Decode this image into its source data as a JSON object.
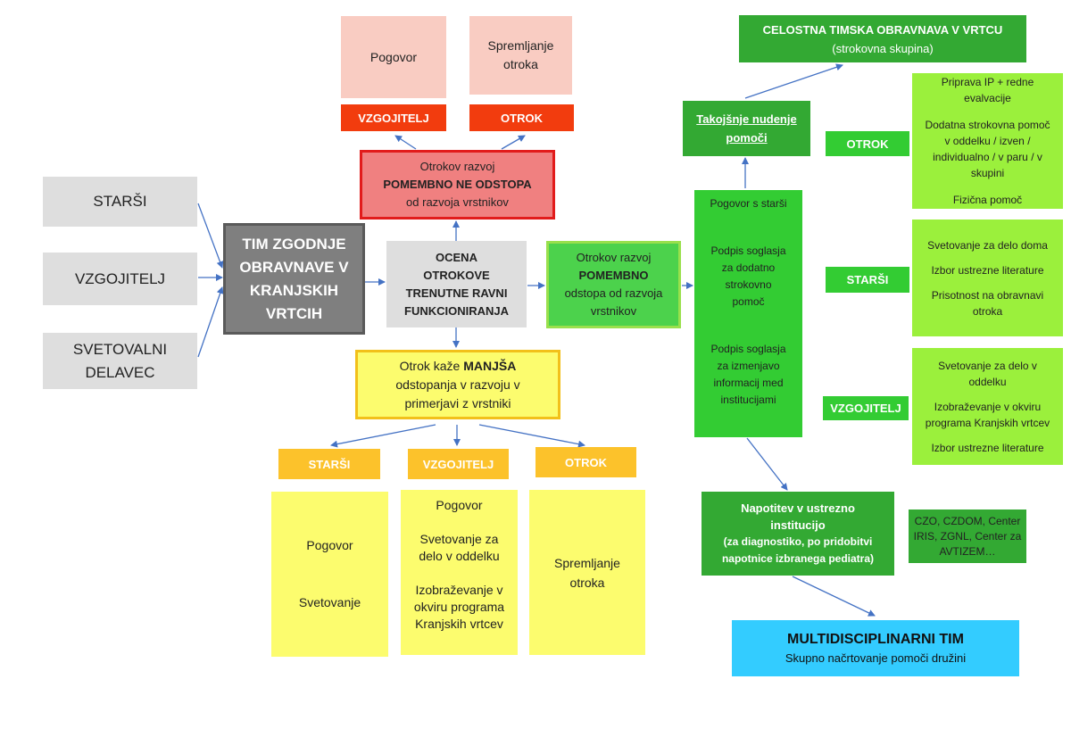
{
  "sources": {
    "parents": "STARŠI",
    "teacher": "VZGOJITELJ",
    "counselor": [
      "SVETOVALNI",
      "DELAVEC"
    ]
  },
  "team": [
    "TIM ZGODNJE",
    "OBRAVNAVE V",
    "KRANJSKIH",
    "VRTCIH"
  ],
  "assessment": [
    "OCENA",
    "OTROKOVE",
    "TRENUTNE RAVNI",
    "FUNKCIONIRANJA"
  ],
  "not_differ": {
    "line1": "Otrokov razvoj",
    "line2": "POMEMBNO NE ODSTOPA",
    "line3": "od razvoja vrstnikov",
    "label_teacher": "VZGOJITELJ",
    "label_child": "OTROK",
    "teacher_action": "Pogovor",
    "child_action": [
      "Spremljanje",
      "otroka"
    ]
  },
  "minor": {
    "pre": "Otrok kaže ",
    "bold": "MANJŠA",
    "line2": "odstopanja v razvoju v",
    "line3": "primerjavi z vrstniki",
    "label_parents": "STARŠI",
    "label_teacher": "VZGOJITELJ",
    "label_child": "OTROK",
    "parents_actions": [
      "Pogovor",
      "Svetovanje"
    ],
    "teacher_actions": [
      "Pogovor",
      "Svetovanje za",
      "delo v oddelku",
      "Izobraževanje v",
      "okviru programa",
      "Kranjskih vrtcev"
    ],
    "child_actions": [
      "Spremljanje",
      "otroka"
    ]
  },
  "significant": {
    "line1": "Otrokov razvoj",
    "line2": "POMEMBNO",
    "line3": "odstopa od razvoja",
    "line4": "vrstnikov"
  },
  "steps": {
    "talk": "Pogovor s starši",
    "consent1": [
      "Podpis soglasja",
      "za dodatno",
      "strokovno",
      "pomoč"
    ],
    "consent2": [
      "Podpis soglasja",
      "za izmenjavo",
      "informacij med",
      "institucijami"
    ]
  },
  "immediate": [
    "Takojšnje nudenje",
    "pomoči"
  ],
  "holistic": {
    "title": "CELOSTNA TIMSKA OBRAVNAVA V VRTCU",
    "subtitle": "(strokovna skupina)"
  },
  "right_groups": {
    "child_label": "OTROK",
    "child_items": [
      "Priprava IP + redne",
      "evalvacije",
      "Dodatna strokovna pomoč",
      "v oddelku / izven /",
      "individualno / v paru / v",
      "skupini",
      "Fizična pomoč"
    ],
    "parents_label": "STARŠI",
    "parents_items": [
      "Svetovanje za delo doma",
      "Izbor ustrezne literature",
      "Prisotnost na obravnavi",
      "otroka"
    ],
    "teacher_label": "VZGOJITELJ",
    "teacher_items": [
      "Svetovanje za delo v",
      "oddelku",
      "Izobraževanje v okviru",
      "programa Kranjskih vrtcev",
      "Izbor ustrezne literature"
    ]
  },
  "referral": {
    "title": [
      "Napotitev v ustrezno",
      "institucijo"
    ],
    "detail": [
      "(za diagnostiko, po pridobitvi",
      "napotnice izbranega pediatra)"
    ],
    "institutions": [
      "CZO, CZDOM, Center",
      "IRIS, ZGNL, Center za",
      "AVTIZEM…"
    ]
  },
  "multi": {
    "title": "MULTIDISCIPLINARNI TIM",
    "subtitle": "Skupno načrtovanje pomoči družini"
  },
  "colors": {
    "arrow": "#4472c4",
    "grey": "#dedede",
    "dark_grey": "#7f7f7f",
    "red": "#f08080",
    "red_label": "#f23c0e",
    "pink": "#f9ccc2",
    "yellow_label": "#fcc22b",
    "yellow": "#fcfc6e",
    "green": "#33cc33",
    "dark_green": "#33a933",
    "light_green": "#9bf03c",
    "cyan": "#33ccff"
  }
}
